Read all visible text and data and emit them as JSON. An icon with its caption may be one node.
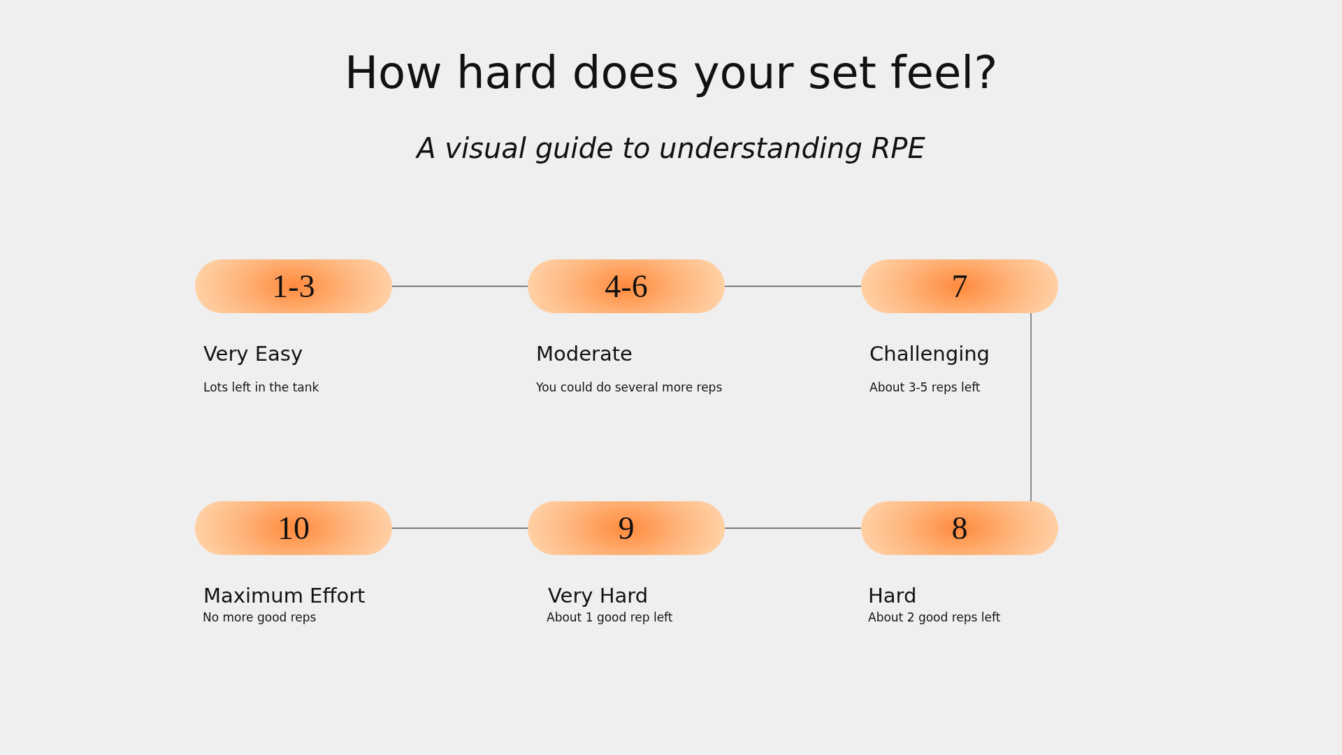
{
  "diagram": {
    "title": "How hard does your set feel?",
    "caption": "A visual guide to understanding RPE",
    "nodes": [
      {
        "text": [
          "1-3"
        ],
        "beside": [
          "Very Easy",
          "Lots left in the tank"
        ]
      },
      {
        "text": [
          "4-6"
        ],
        "beside": [
          "Moderate",
          "You could do several more reps"
        ]
      },
      {
        "text": [
          "7"
        ],
        "beside": [
          "Challenging",
          "About 3-5 reps left"
        ]
      },
      {
        "text": [
          "10"
        ],
        "beside": [
          "Maximum Effort",
          "No more good reps"
        ]
      },
      {
        "text": [
          "9"
        ],
        "beside": [
          "Very Hard",
          "About 1 good rep left"
        ]
      },
      {
        "text": [
          "8"
        ],
        "beside": [
          "Hard",
          "About 2 good reps left"
        ]
      }
    ],
    "edges": [
      {
        "from": 0,
        "to": 1,
        "arrow": "none"
      },
      {
        "from": 1,
        "to": 2,
        "arrow": "none"
      },
      {
        "from": 2,
        "to": 5,
        "arrow": "none"
      },
      {
        "from": 5,
        "to": 4,
        "arrow": "none"
      },
      {
        "from": 4,
        "to": 3,
        "arrow": "none"
      }
    ]
  }
}
